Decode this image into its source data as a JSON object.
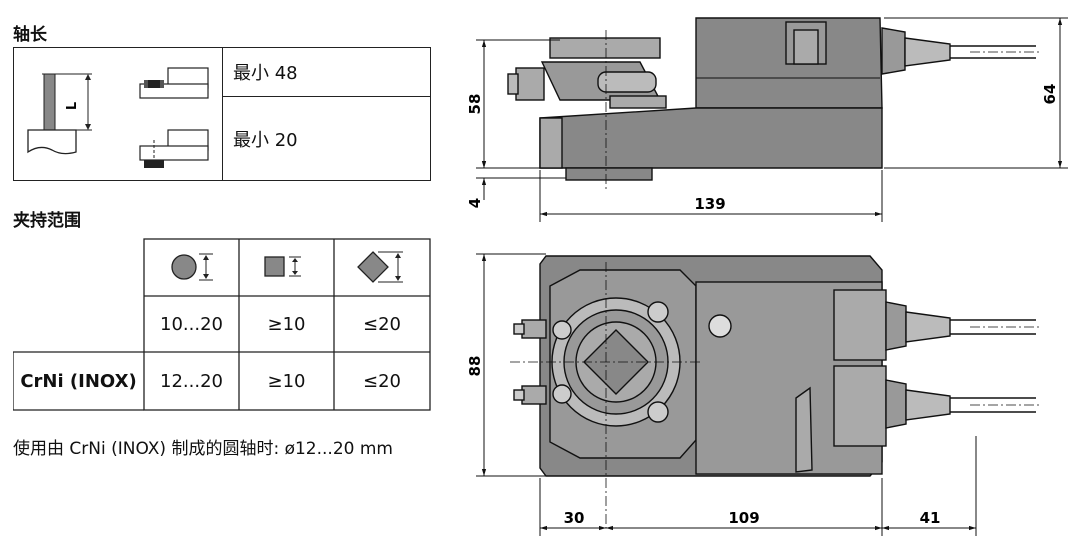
{
  "shaft_length": {
    "heading": "轴长",
    "rows": [
      {
        "label": "最小 48"
      },
      {
        "label": "最小 20"
      }
    ],
    "dimension_letter": "L"
  },
  "clamping_range": {
    "heading": "夹持范围",
    "shapes": [
      "round-shaft-icon",
      "square-shaft-icon",
      "diamond-shaft-icon"
    ],
    "rows": [
      {
        "label": "",
        "round": "10...20",
        "square": "≥10",
        "diamond": "≤20"
      },
      {
        "label": "CrNi (INOX)",
        "round": "12...20",
        "square": "≥10",
        "diamond": "≤20"
      }
    ]
  },
  "note": "使用由 CrNi (INOX) 制成的圆轴时: ø12...20 mm",
  "drawing": {
    "dims": {
      "side_height": "58",
      "base_height": "4",
      "side_length": "139",
      "total_height": "64",
      "top_width": "88",
      "left_offset": "30",
      "body_length": "109",
      "cable_length": "41"
    }
  }
}
